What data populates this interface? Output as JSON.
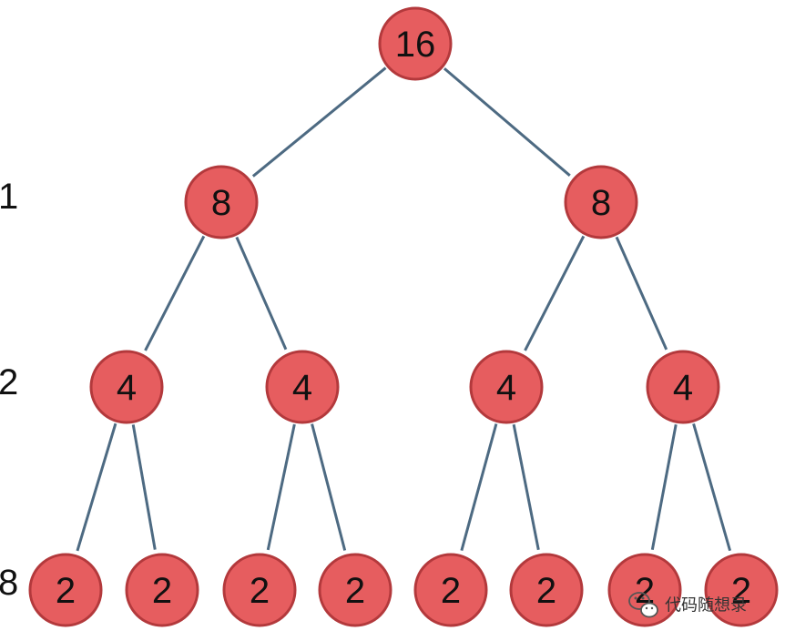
{
  "tree": {
    "nodes": [
      {
        "id": "n0",
        "label": "16"
      },
      {
        "id": "n1",
        "label": "8"
      },
      {
        "id": "n2",
        "label": "8"
      },
      {
        "id": "n3",
        "label": "4"
      },
      {
        "id": "n4",
        "label": "4"
      },
      {
        "id": "n5",
        "label": "4"
      },
      {
        "id": "n6",
        "label": "4"
      },
      {
        "id": "n7",
        "label": "2"
      },
      {
        "id": "n8",
        "label": "2"
      },
      {
        "id": "n9",
        "label": "2"
      },
      {
        "id": "n10",
        "label": "2"
      },
      {
        "id": "n11",
        "label": "2"
      },
      {
        "id": "n12",
        "label": "2"
      },
      {
        "id": "n13",
        "label": "2"
      },
      {
        "id": "n14",
        "label": "2"
      }
    ],
    "edges": [
      [
        "n0",
        "n1"
      ],
      [
        "n0",
        "n2"
      ],
      [
        "n1",
        "n3"
      ],
      [
        "n1",
        "n4"
      ],
      [
        "n2",
        "n5"
      ],
      [
        "n2",
        "n6"
      ],
      [
        "n3",
        "n7"
      ],
      [
        "n3",
        "n8"
      ],
      [
        "n4",
        "n9"
      ],
      [
        "n4",
        "n10"
      ],
      [
        "n5",
        "n11"
      ],
      [
        "n5",
        "n12"
      ],
      [
        "n6",
        "n13"
      ],
      [
        "n6",
        "n14"
      ]
    ]
  },
  "level_labels": [
    "1",
    "2",
    "8"
  ],
  "watermark": {
    "text": "代码随想录",
    "icon": "wechat-icon"
  },
  "colors": {
    "node_fill": "#e65d5f",
    "node_stroke": "#b3393c",
    "edge": "#4d6a82"
  }
}
